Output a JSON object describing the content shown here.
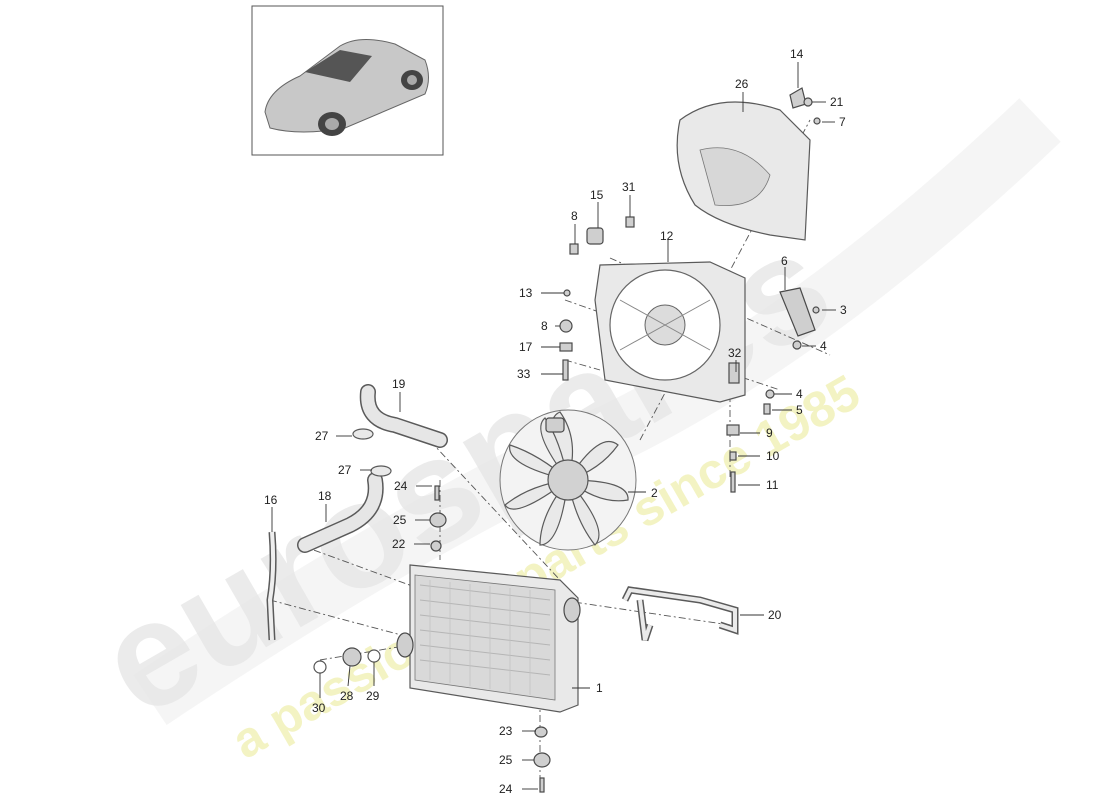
{
  "watermark": {
    "brand": "eurospares",
    "tagline": "a passion for parts since 1985",
    "brand_color": "#e4e4e4",
    "tagline_color": "#f1f1b8"
  },
  "labels": {
    "l1": "1",
    "l2": "2",
    "l3": "3",
    "l4a": "4",
    "l4b": "4",
    "l5": "5",
    "l6": "6",
    "l7": "7",
    "l8a": "8",
    "l8b": "8",
    "l9": "9",
    "l10": "10",
    "l11": "11",
    "l12": "12",
    "l13": "13",
    "l14": "14",
    "l15": "15",
    "l16": "16",
    "l17": "17",
    "l18": "18",
    "l19": "19",
    "l20": "20",
    "l21": "21",
    "l22": "22",
    "l23": "23",
    "l24a": "24",
    "l24b": "24",
    "l25a": "25",
    "l25b": "25",
    "l26": "26",
    "l27a": "27",
    "l27b": "27",
    "l28": "28",
    "l29": "29",
    "l30": "30",
    "l31": "31",
    "l32": "32",
    "l33": "33"
  },
  "icons": {
    "thumbnail": "car-thumbnail",
    "fan": "fan-icon",
    "radiator": "radiator-icon"
  }
}
